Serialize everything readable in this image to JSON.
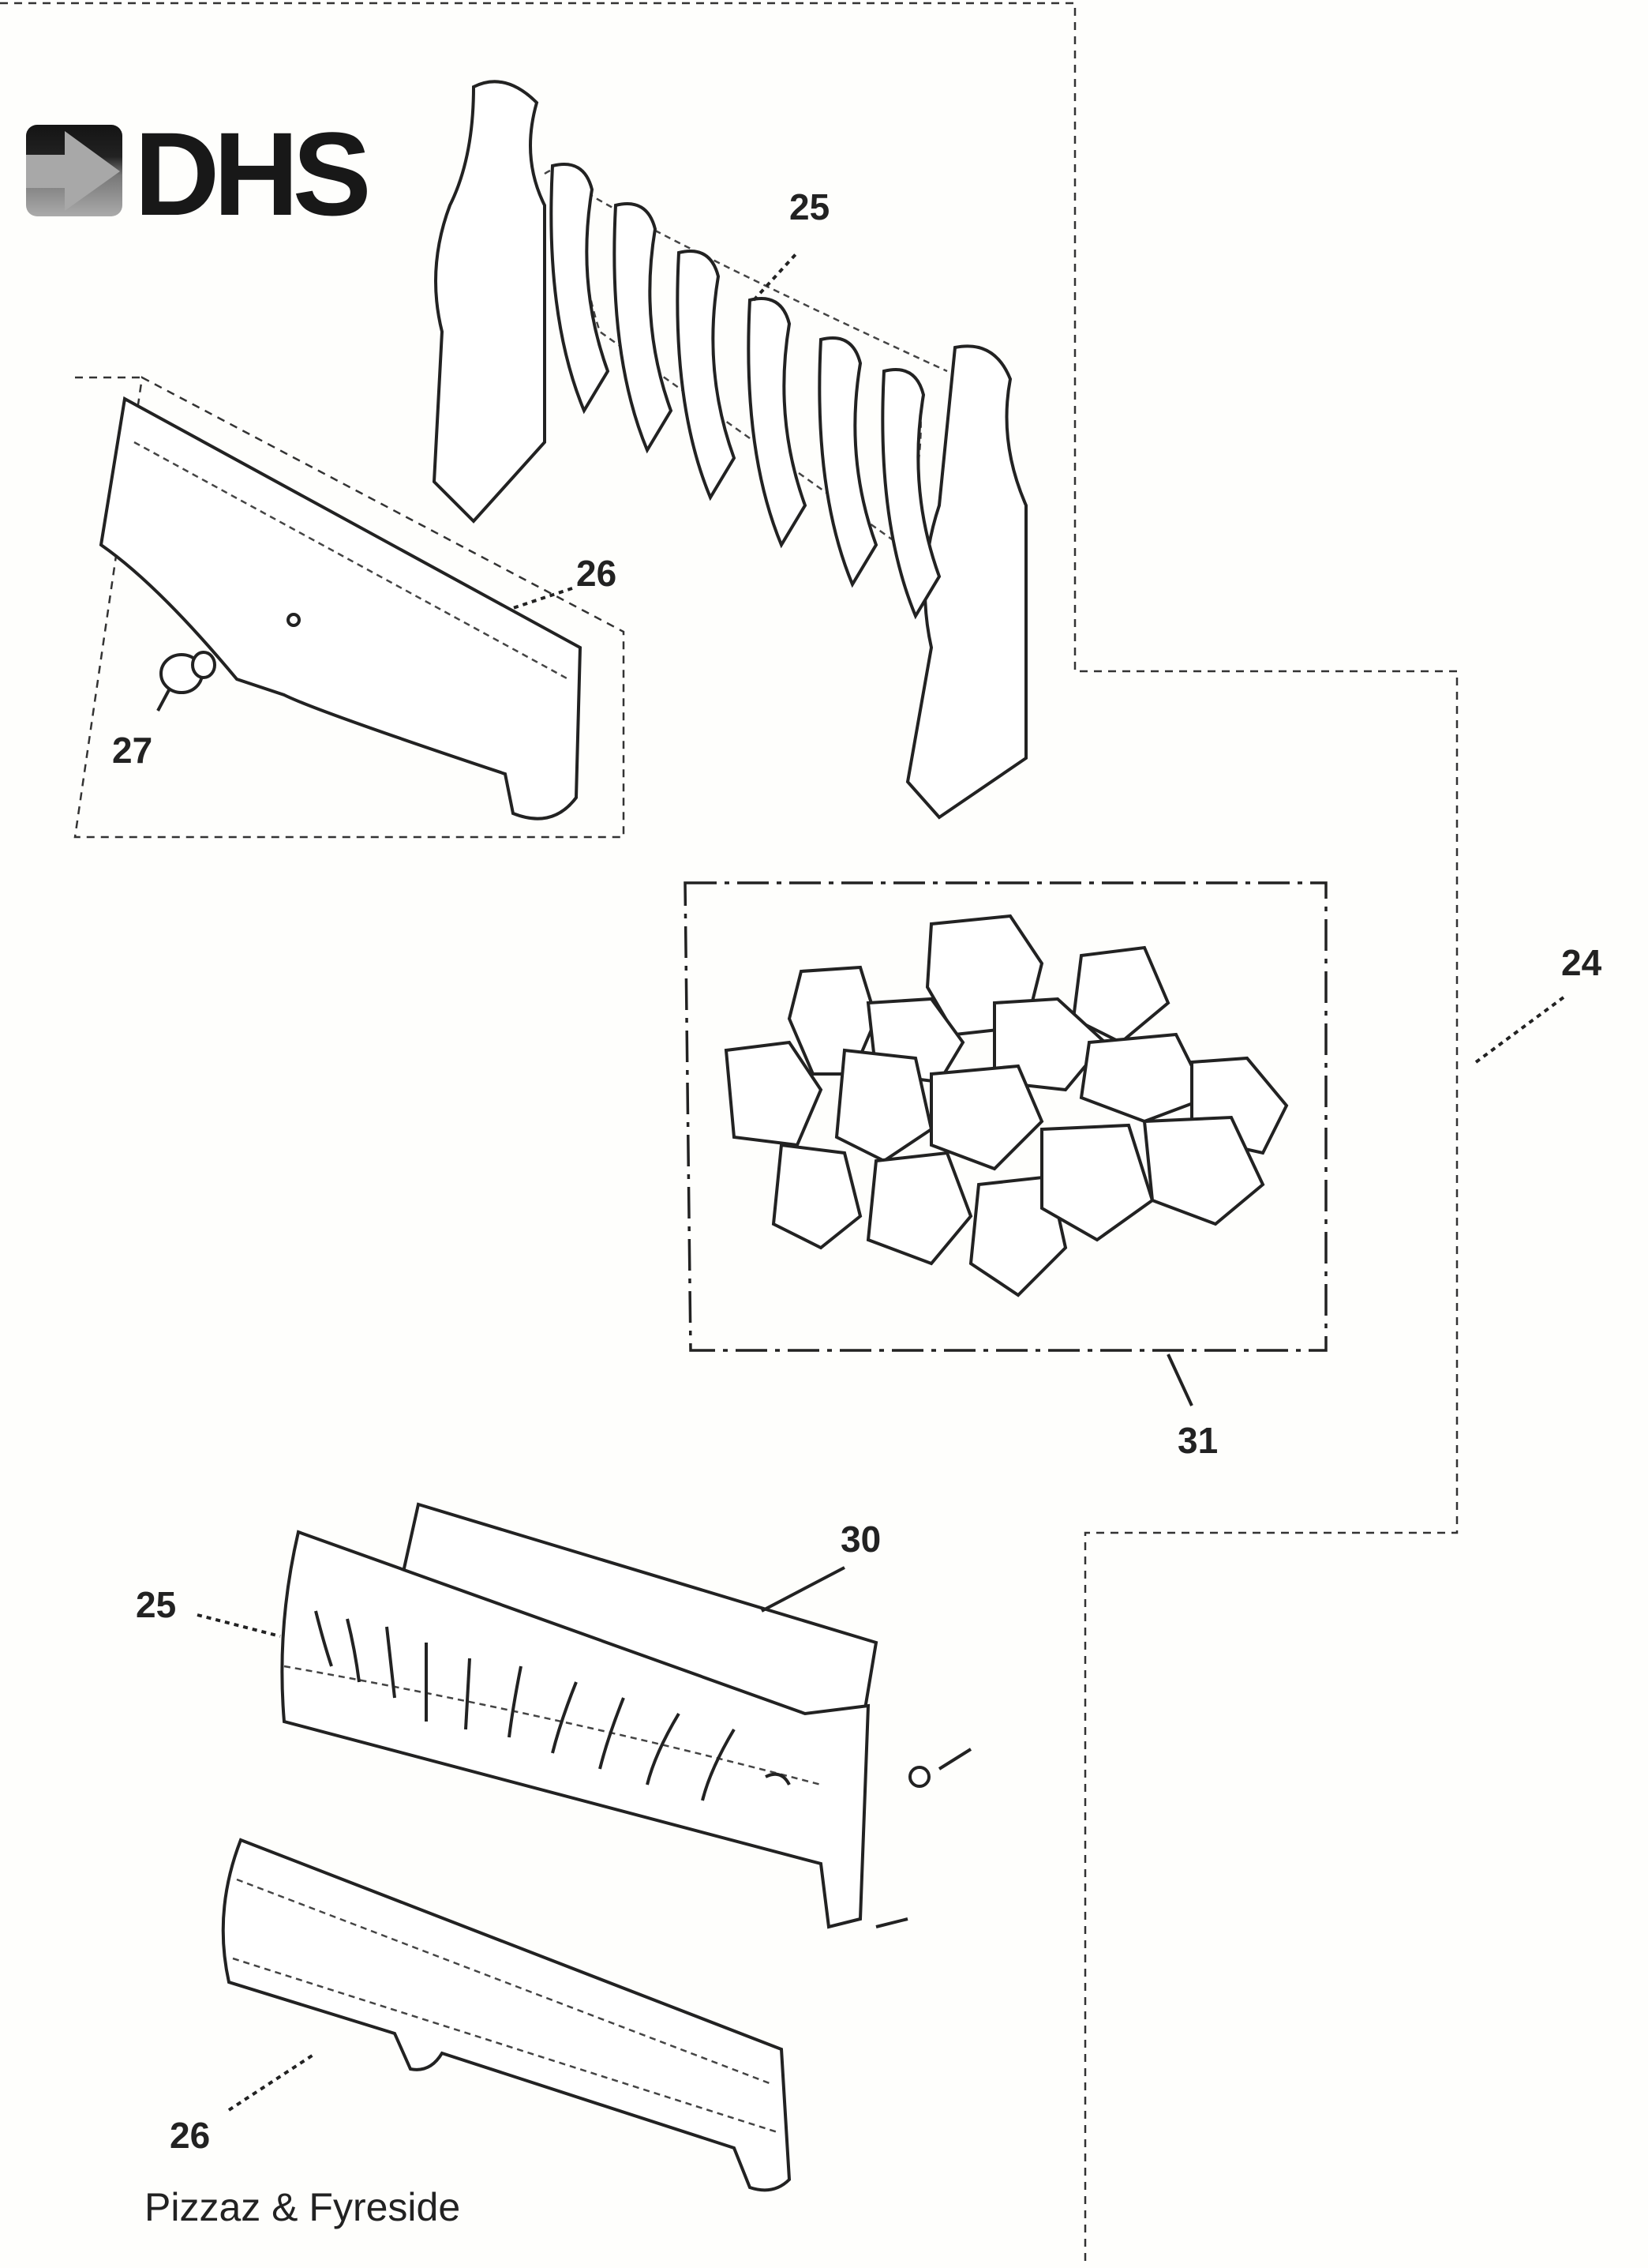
{
  "logo": {
    "text": "DHS"
  },
  "title": "Pizzaz & Fyreside",
  "labels": {
    "p24": "24",
    "p25_top": "25",
    "p26_top": "26",
    "p27": "27",
    "p31": "31",
    "p30": "30",
    "p25_bottom": "25",
    "p26_bottom": "26"
  }
}
